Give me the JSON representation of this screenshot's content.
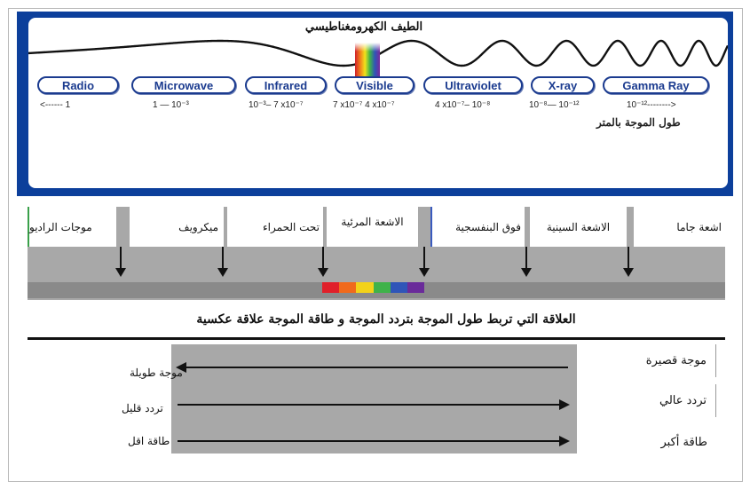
{
  "spectrum": {
    "title": "الطيف الكهرومغناطيسي",
    "bands": [
      {
        "label": "Radio",
        "range_label": "<------ 1"
      },
      {
        "label": "Microwave",
        "range_label": "1 — 10⁻³"
      },
      {
        "label": "Infrared",
        "range_label": "10⁻³– 7 x10⁻⁷"
      },
      {
        "label": "Visible",
        "range_label": "7 x10⁻⁷ 4 x10⁻⁷"
      },
      {
        "label": "Ultraviolet",
        "range_label": "4 x10⁻⁷– 10⁻⁸"
      },
      {
        "label": "X-ray",
        "range_label": "10⁻⁸— 10⁻¹²"
      },
      {
        "label": "Gamma Ray",
        "range_label": "10⁻¹²-------->"
      }
    ],
    "wavelength_unit_label": "طول الموجة بالمتر"
  },
  "arabic_bands": [
    "موجات الراديو",
    "ميكرويف",
    "تحت الحمراء",
    "الاشعة المرئية",
    "فوق البنفسجية",
    "الاشعة السينية",
    "اشعة جاما"
  ],
  "rainbow_colors": [
    "#e0202a",
    "#f06a1c",
    "#f2d21a",
    "#3fb24a",
    "#2f55b8",
    "#6a2b9a"
  ],
  "relation_text": "العلاقة التي تربط طول الموجة بتردد الموجة و طاقة الموجة علاقة عكسية",
  "comparisons": [
    {
      "right": "موجة قصيرة",
      "left": "موجة طويلة",
      "direction": "left"
    },
    {
      "right": "تردد عالي",
      "left": "تردد قليل",
      "direction": "right"
    },
    {
      "right": "طاقة أكبر",
      "left": "طاقة اقل",
      "direction": "right"
    }
  ]
}
